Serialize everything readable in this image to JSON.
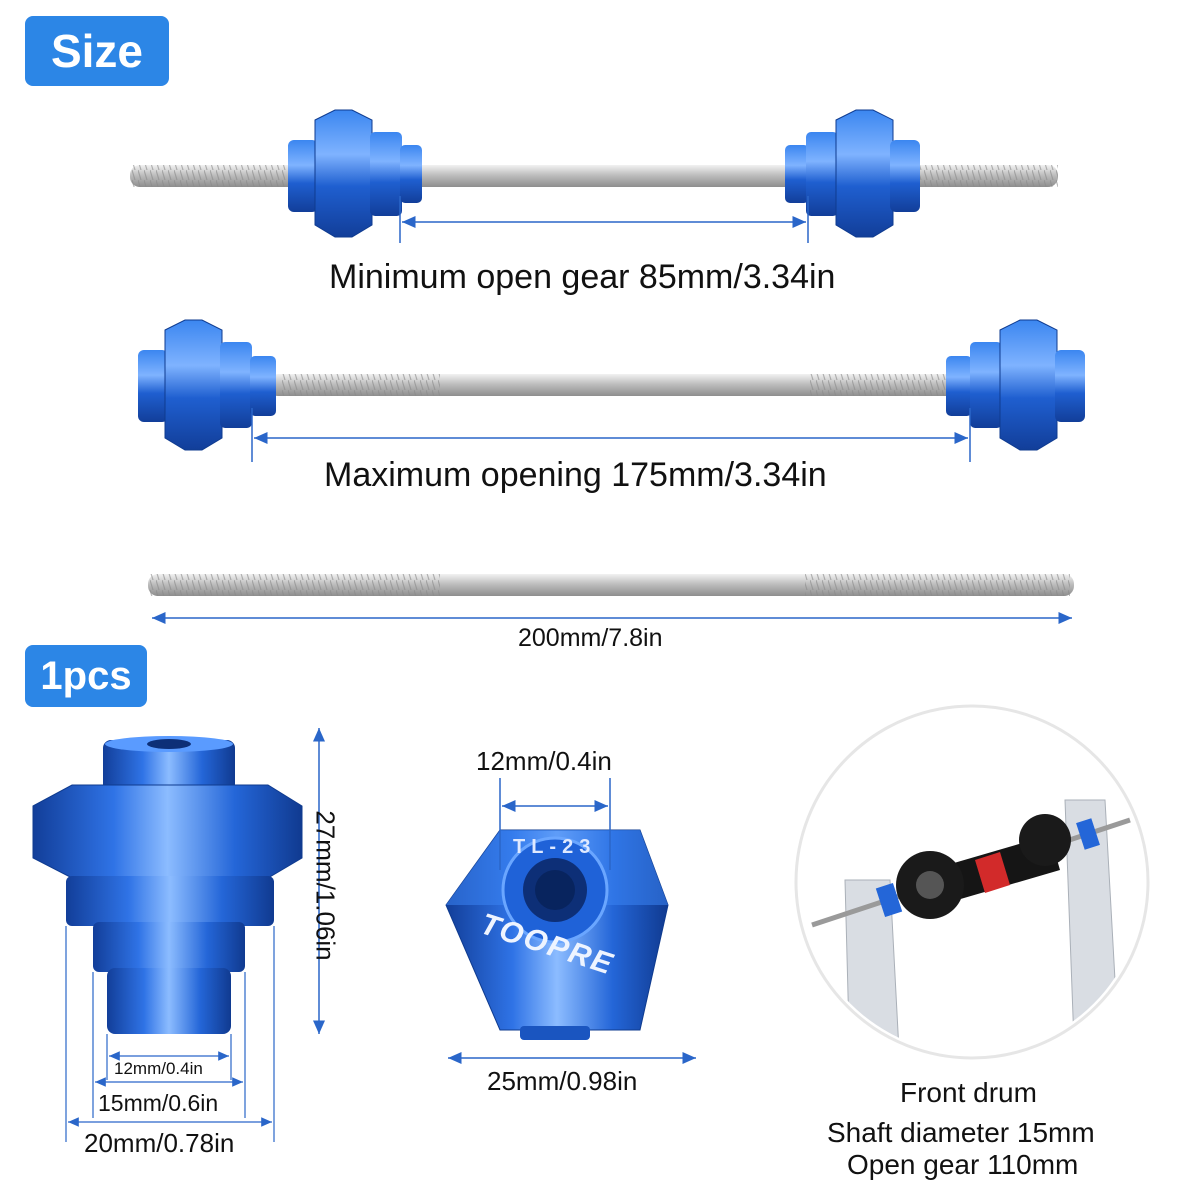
{
  "badges": {
    "size": "Size",
    "pcs": "1pcs"
  },
  "measurements": {
    "min_open": "Minimum open gear 85mm/3.34in",
    "max_open": "Maximum opening 175mm/3.34in",
    "rod_length": "200mm/7.8in",
    "cone_height": "27mm/1.06in",
    "cone_d1": "12mm/0.4in",
    "cone_d2": "15mm/0.6in",
    "cone_d3": "20mm/0.78in",
    "nut_hole": "12mm/0.4in",
    "nut_width": "25mm/0.98in"
  },
  "nut_engraving": {
    "model": "TL-23",
    "brand": "TOOPRE"
  },
  "example_photo": {
    "line1": "Front drum",
    "line2": "Shaft diameter 15mm",
    "line3": "Open gear 110mm"
  },
  "colors": {
    "accent": "#2c86e6",
    "part_blue": "#1f5fd0",
    "steel": "#c8c8c8",
    "dim_line": "#2a66c9"
  }
}
